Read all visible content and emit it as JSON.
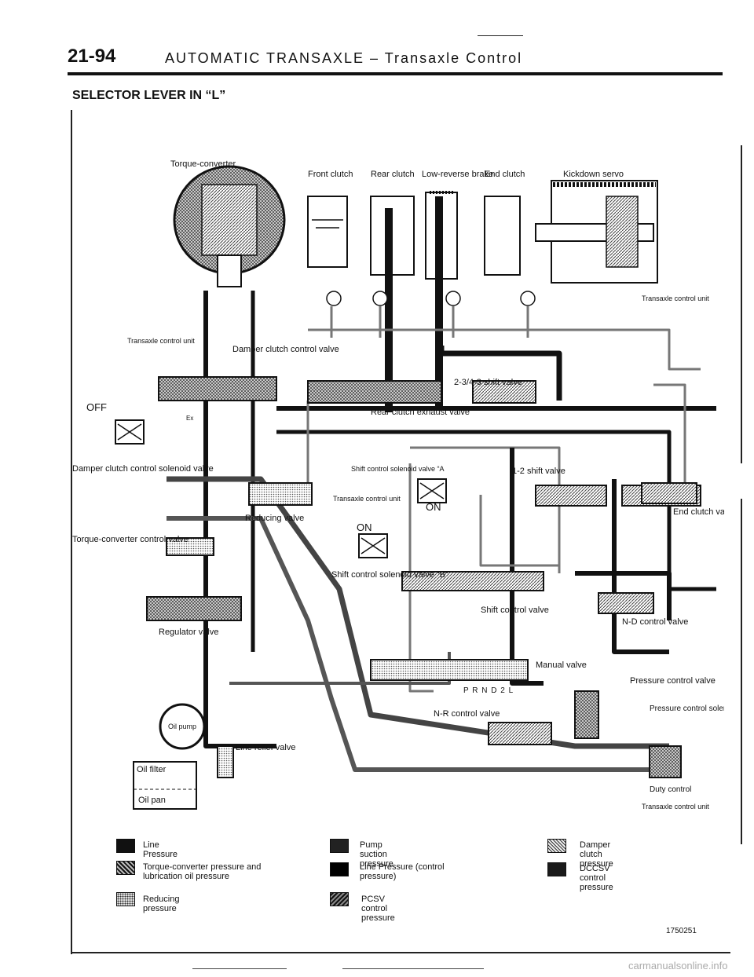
{
  "header": {
    "page_number": "21-94",
    "title": "AUTOMATIC TRANSAXLE – Transaxle Control",
    "section_title": "SELECTOR LEVER IN “L”"
  },
  "diagram": {
    "labels": {
      "torque_converter": "Torque-converter",
      "front_clutch": "Front clutch",
      "rear_clutch": "Rear clutch",
      "low_reverse_brake": "Low-reverse brake",
      "end_clutch": "End clutch",
      "kickdown_servo": "Kickdown servo",
      "tcu_1": "Transaxle control unit",
      "tcu_2": "Transaxle control unit",
      "tcu_3": "Transaxle control unit",
      "tcu_4": "Transaxle control unit",
      "damper_clutch_control_valve": "Damper clutch control valve",
      "off": "OFF",
      "damper_clutch_control_solenoid_valve": "Damper clutch control solenoid valve",
      "shift_valve_234_3": "2-3/4-3 shift valve",
      "rear_clutch_exhaust_valve": "Rear clutch exhaust valve",
      "shift_solenoid_a": "Shift control solenoid valve “A",
      "on_1": "ON",
      "on_2": "ON",
      "shift_valve_12": "1-2 shift valve",
      "end_clutch_valve": "End clutch valve",
      "reducing_valve": "Reducing valve",
      "torque_converter_control_valve": "Torque-converter control valve",
      "shift_solenoid_b": "Shift control solenoid valve “B”",
      "shift_control_valve": "Shift control valve",
      "nd_control_valve": "N-D control valve",
      "regulator_valve": "Regulator valve",
      "manual_valve": "Manual valve",
      "prnd2l": "P R N D 2 L",
      "pressure_control_valve": "Pressure control valve",
      "nr_control_valve": "N-R control valve",
      "pcsv": "Pressure control solenoid valve",
      "oil_pump": "Oil pump",
      "oil_filter": "Oil filter",
      "line_relief_valve": "Line relief valve",
      "oil_pan": "Oil pan",
      "duty_control": "Duty control",
      "ex": "Ex"
    }
  },
  "legend": [
    {
      "label": "Line Pressure",
      "color": "#111111"
    },
    {
      "label": "Torque-converter pressure and lubrication oil pressure",
      "color": "#5a5a5a"
    },
    {
      "label": "Reducing pressure",
      "color": "#8a8a8a"
    },
    {
      "label": "Pump suction pressure",
      "color": "#222222"
    },
    {
      "label": "Line Pressure (control pressure)",
      "color": "#000000"
    },
    {
      "label": "PCSV control pressure",
      "color": "#333333"
    },
    {
      "label": "Damper clutch pressure",
      "color": "#777777"
    },
    {
      "label": "DCCSV control pressure",
      "color": "#1a1a1a"
    }
  ],
  "footer": {
    "figure_number": "1750251",
    "watermark": "carmanualsonline.info"
  }
}
